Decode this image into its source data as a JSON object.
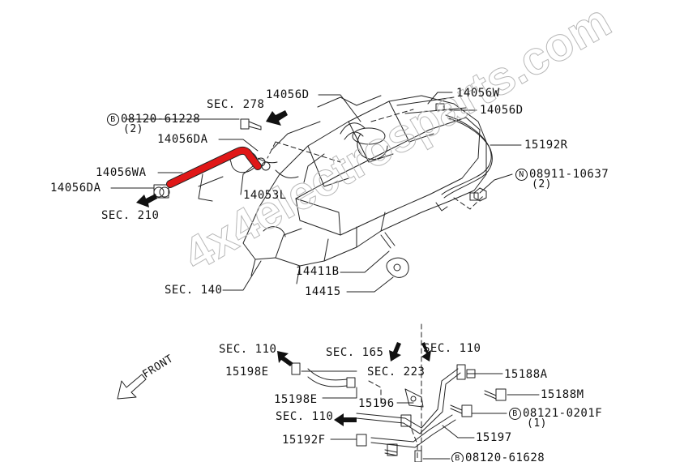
{
  "watermark": "4x4electrosparts.com",
  "colors": {
    "highlight_hose": "#e01818",
    "line": "#222222",
    "background": "#ffffff"
  },
  "labels": {
    "p14056D_top": "14056D",
    "sec278": "SEC. 278",
    "bolt_61228_num": "08120-61228",
    "bolt_61228_badge": "B",
    "bolt_61228_qty": "(2)",
    "p14056DA_upper": "14056DA",
    "p14056WA": "14056WA",
    "p14056DA_lower": "14056DA",
    "sec210": "SEC. 210",
    "p14053L": "14053L",
    "p14056W": "14056W",
    "p14056D_right": "14056D",
    "p15192R": "15192R",
    "nut_10637_num": "08911-10637",
    "nut_10637_badge": "N",
    "nut_10637_qty": "(2)",
    "p14411B": "14411B",
    "p14415": "14415",
    "sec140": "SEC. 140",
    "front": "FRONT",
    "sec110_a": "SEC. 110",
    "sec165": "SEC. 165",
    "sec110_b": "SEC. 110",
    "sec223": "SEC. 223",
    "p15198E_a": "15198E",
    "p15198E_b": "15198E",
    "p15196": "15196",
    "p15188A": "15188A",
    "p15188M": "15188M",
    "bolt_0201F_num": "08121-0201F",
    "bolt_0201F_badge": "B",
    "bolt_0201F_qty": "(1)",
    "sec110_c": "SEC. 110",
    "p15197": "15197",
    "p15192F": "15192F",
    "bolt_61628_num": "08120-61628",
    "bolt_61628_badge": "B"
  }
}
